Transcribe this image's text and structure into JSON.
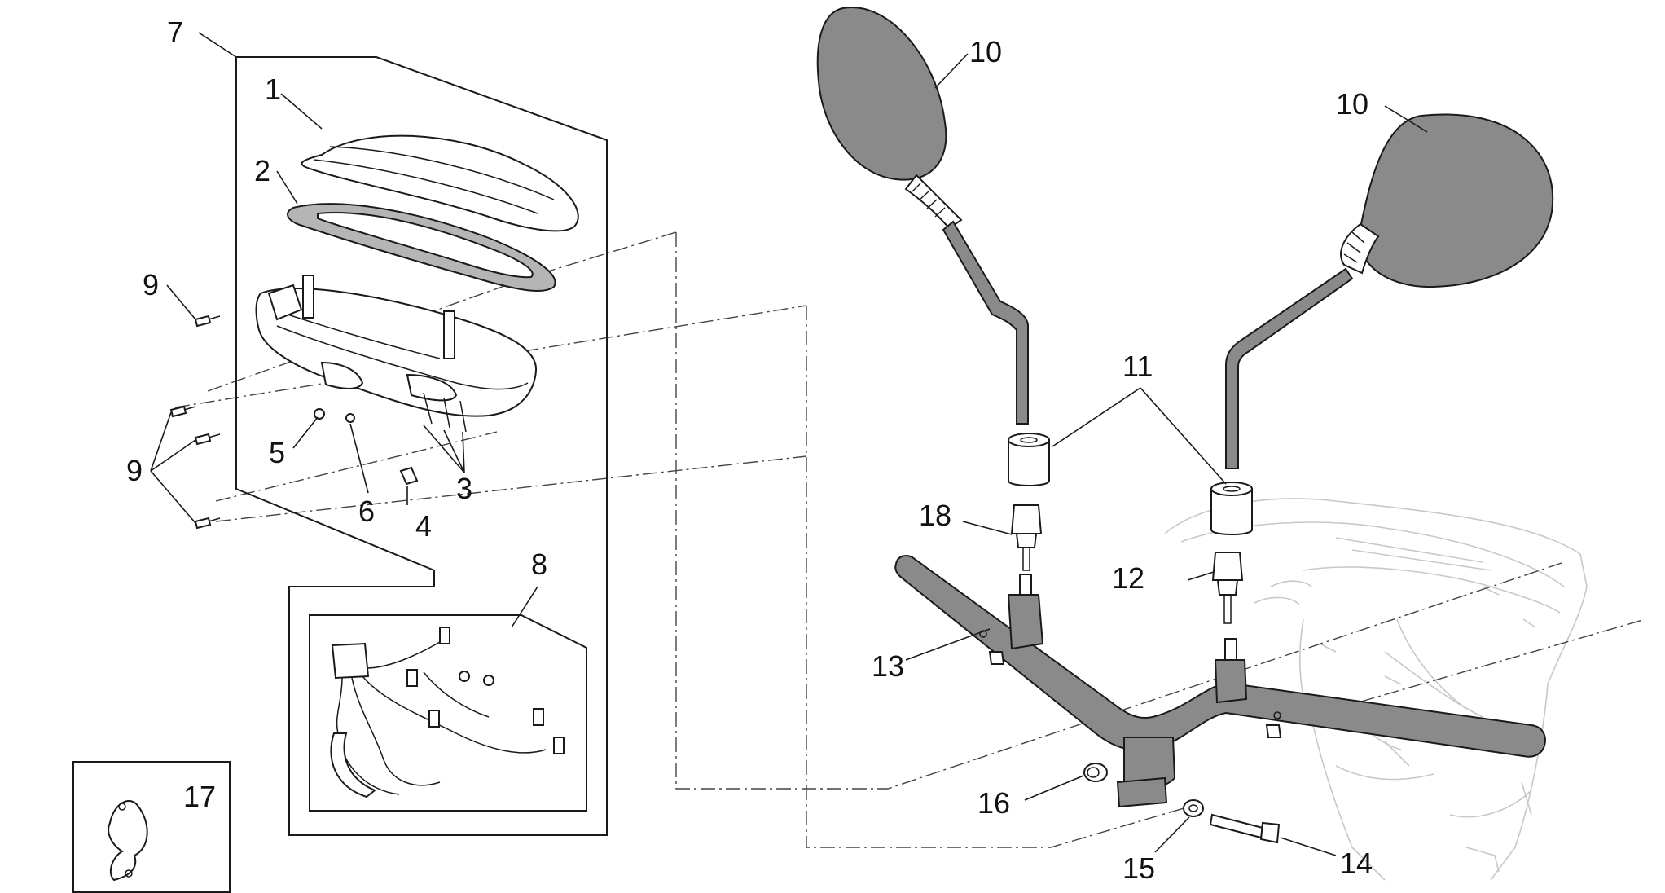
{
  "callouts": {
    "c1": "1",
    "c2": "2",
    "c3": "3",
    "c4": "4",
    "c5": "5",
    "c6": "6",
    "c7": "7",
    "c8": "8",
    "c9a": "9",
    "c9b": "9",
    "c10a": "10",
    "c10b": "10",
    "c11": "11",
    "c12": "12",
    "c13": "13",
    "c14": "14",
    "c15": "15",
    "c16": "16",
    "c17": "17",
    "c18": "18"
  },
  "colors": {
    "mirror_fill": "#8a8a8a",
    "handlebar_fill": "#8a8a8a",
    "ghost_scooter": "#c8c8c8",
    "line": "#1a1a1a"
  }
}
